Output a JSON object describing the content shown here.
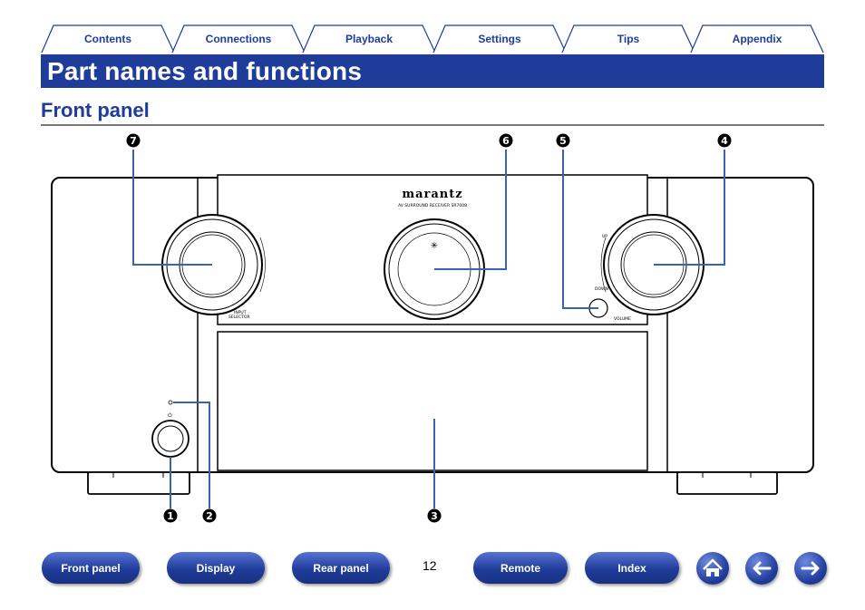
{
  "tabs": [
    "Contents",
    "Connections",
    "Playback",
    "Settings",
    "Tips",
    "Appendix"
  ],
  "page_title": "Part names and functions",
  "section_title": "Front panel",
  "device": {
    "brand": "marantz",
    "model_line": "AV SURROUND RECEIVER SR7008",
    "input_selector_label": "INPUT\nSELECTOR",
    "volume_label": "VOLUME",
    "up_label": "UP",
    "down_label": "DOWN"
  },
  "callouts": [
    "❶",
    "❷",
    "❸",
    "❹",
    "❺",
    "❻",
    "❼"
  ],
  "footer": {
    "buttons": [
      "Front panel",
      "Display",
      "Rear panel",
      "Remote",
      "Index"
    ],
    "page_number": "12",
    "icons": [
      "home-icon",
      "arrow-left-icon",
      "arrow-right-icon"
    ]
  },
  "colors": {
    "accent": "#1f3c9b",
    "tab_text": "#1f3c9b",
    "callout_line": "#3a63b8"
  }
}
